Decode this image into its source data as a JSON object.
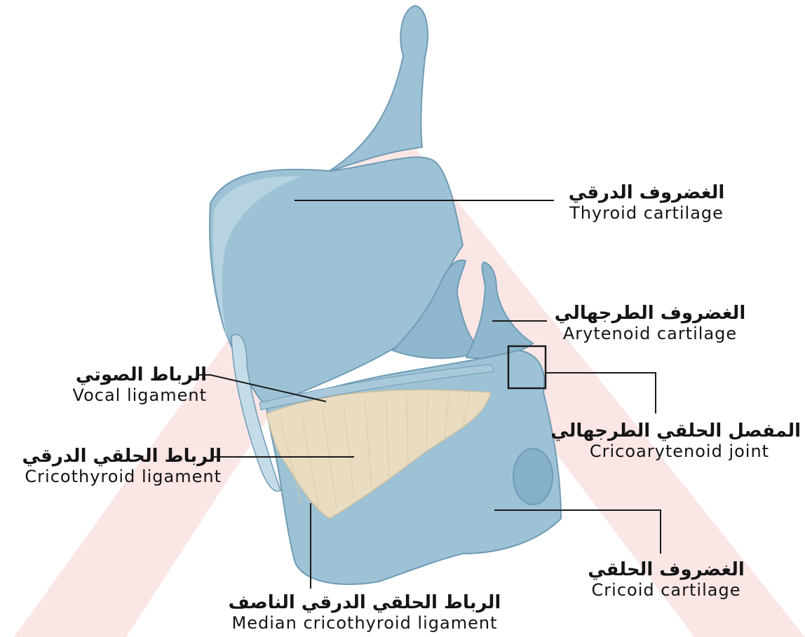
{
  "colors": {
    "background": "#ffffff",
    "watermark": "#fbe6e6",
    "cartilage": "#9dc2d6",
    "cartilage_dark": "#6f9bb4",
    "ligament": "#e9dcc1",
    "leader_line": "#1a1a1a",
    "text": "#141414"
  },
  "labels": [
    {
      "id": "thyroid",
      "arabic": "الغضروف الدرقي",
      "english": "Thyroid cartilage"
    },
    {
      "id": "arytenoid",
      "arabic": "الغضروف الطرجهالي",
      "english": "Arytenoid cartilage"
    },
    {
      "id": "vocal",
      "arabic": "الرباط الصوتي",
      "english": "Vocal ligament"
    },
    {
      "id": "cricoarytenoid",
      "arabic": "المفصل الحلقي الطرجهالي",
      "english": "Cricoarytenoid joint"
    },
    {
      "id": "cricothyroid",
      "arabic": "الرباط الحلقي الدرقي",
      "english": "Cricothyroid ligament"
    },
    {
      "id": "cricoid",
      "arabic": "الغضروف الحلقي",
      "english": "Cricoid cartilage"
    },
    {
      "id": "median",
      "arabic": "الرباط الحلقي الدرقي الناصف",
      "english": "Median cricothyroid ligament"
    }
  ]
}
